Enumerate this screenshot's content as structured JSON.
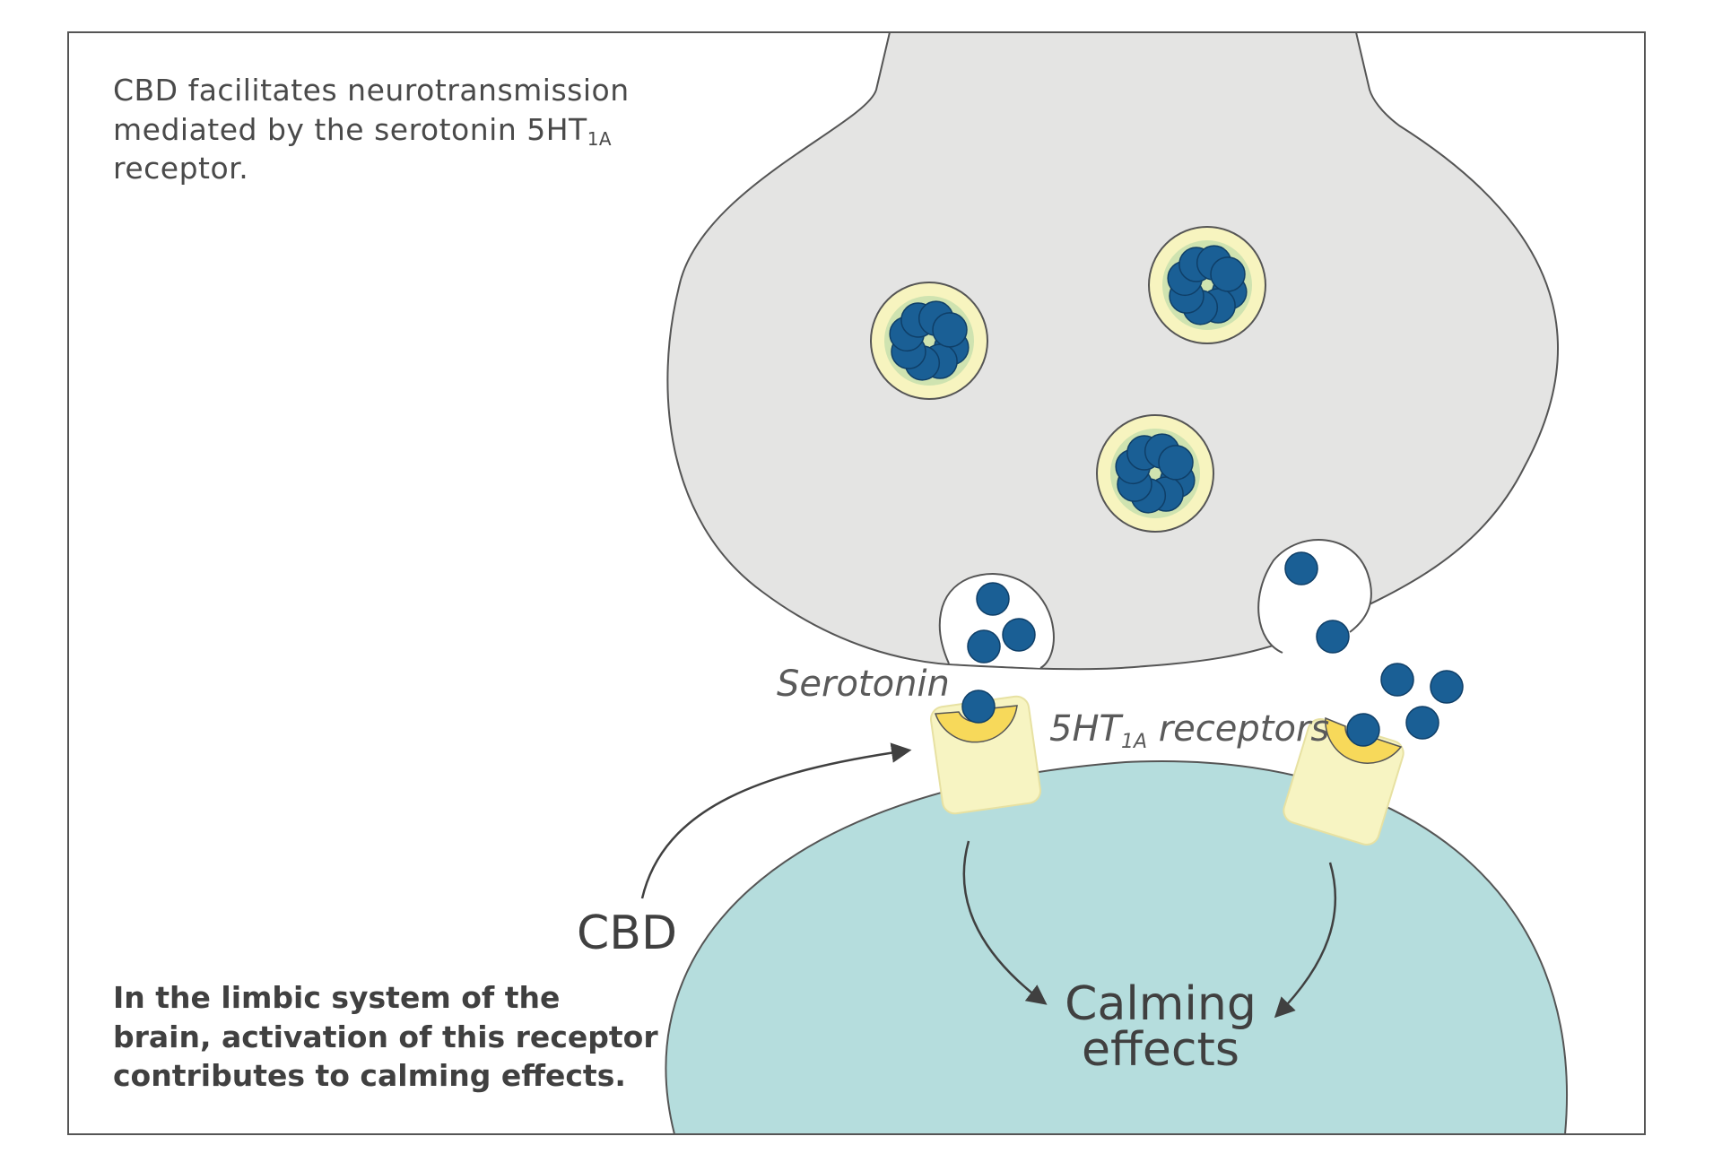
{
  "top_caption": {
    "line1": "CBD facilitates neurotransmission",
    "line2_main": "mediated by the serotonin 5HT",
    "line2_sub": "1A",
    "line3": "receptor."
  },
  "bottom_caption": {
    "line1": "In the limbic system of the",
    "line2": "brain, activation of this receptor",
    "line3": "contributes to calming effects."
  },
  "labels": {
    "serotonin": "Serotonin",
    "receptors_main": "5HT",
    "receptors_sub": "1A",
    "receptors_rest": " receptors",
    "cbd": "CBD",
    "calming_line1": "Calming",
    "calming_line2": "effects"
  },
  "colors": {
    "presynaptic": "#e4e4e3",
    "postsynaptic": "#b5dddd",
    "serotonin": "#1a5f95",
    "vesicle_fill": "#f7f4bf",
    "vesicle_inner": "#cfe3b0",
    "receptor_body": "#f7f4c2",
    "receptor_site": "#f7d95a",
    "outline": "#555555"
  }
}
